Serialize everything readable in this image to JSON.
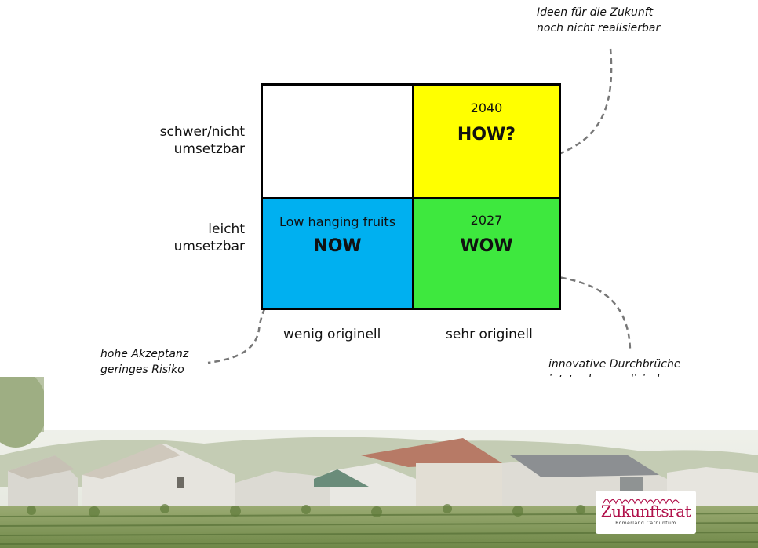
{
  "notes": {
    "top_right_line1": "Ideen für die Zukunft",
    "top_right_line2": "noch nicht realisierbar",
    "bottom_left_line1": "hohe Akzeptanz",
    "bottom_left_line2": "geringes Risiko",
    "bottom_right_line1": "innovative Durchbrüche",
    "bottom_right_line2": "jetzt schon realisierbar"
  },
  "axis": {
    "y_top_line1": "schwer/nicht",
    "y_top_line2": "umsetzbar",
    "y_bottom_line1": "leicht",
    "y_bottom_line2": "umsetzbar",
    "x_left": "wenig originell",
    "x_right": "sehr originell"
  },
  "quadrants": {
    "top_left": {
      "color": "#ffffff"
    },
    "top_right": {
      "year": "2040",
      "label": "HOW?",
      "color": "#ffff00"
    },
    "bottom_left": {
      "title": "Low hanging fruits",
      "label": "NOW",
      "color": "#00b0f0"
    },
    "bottom_right": {
      "year": "2027",
      "label": "WOW",
      "color": "#3ee83e"
    }
  },
  "logo": {
    "name": "Zukunftsrat",
    "tagline": "Römerland Carnuntum"
  }
}
